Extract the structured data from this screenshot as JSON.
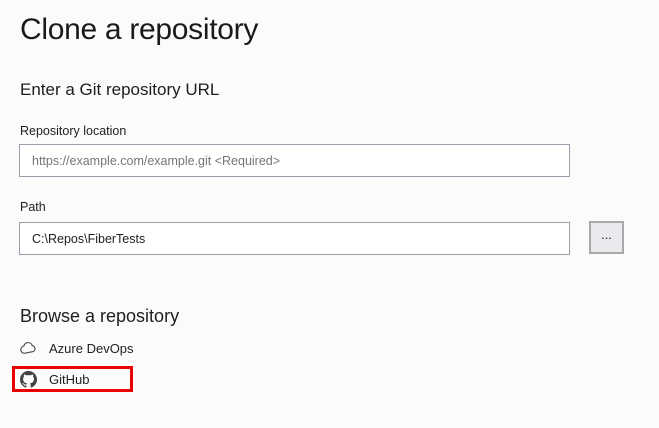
{
  "page": {
    "title": "Clone a repository"
  },
  "url_section": {
    "heading": "Enter a Git repository URL",
    "repository_location": {
      "label": "Repository location",
      "placeholder": "https://example.com/example.git <Required>"
    },
    "path": {
      "label": "Path",
      "value": "C:\\Repos\\FiberTests"
    },
    "browse_button_label": "..."
  },
  "browse_section": {
    "heading": "Browse a repository",
    "items": [
      {
        "label": "Azure DevOps",
        "icon": "cloud-icon",
        "highlighted": false
      },
      {
        "label": "GitHub",
        "icon": "github-icon",
        "highlighted": true
      }
    ]
  },
  "colors": {
    "background": "#fbfbfb",
    "text": "#1e1e1e",
    "placeholder_text": "#767676",
    "input_border": "#99a0ac",
    "button_background": "#e9e9ee",
    "button_border": "#a9a9a9",
    "icon_color": "#424242",
    "highlight_red": "#ea0000"
  }
}
